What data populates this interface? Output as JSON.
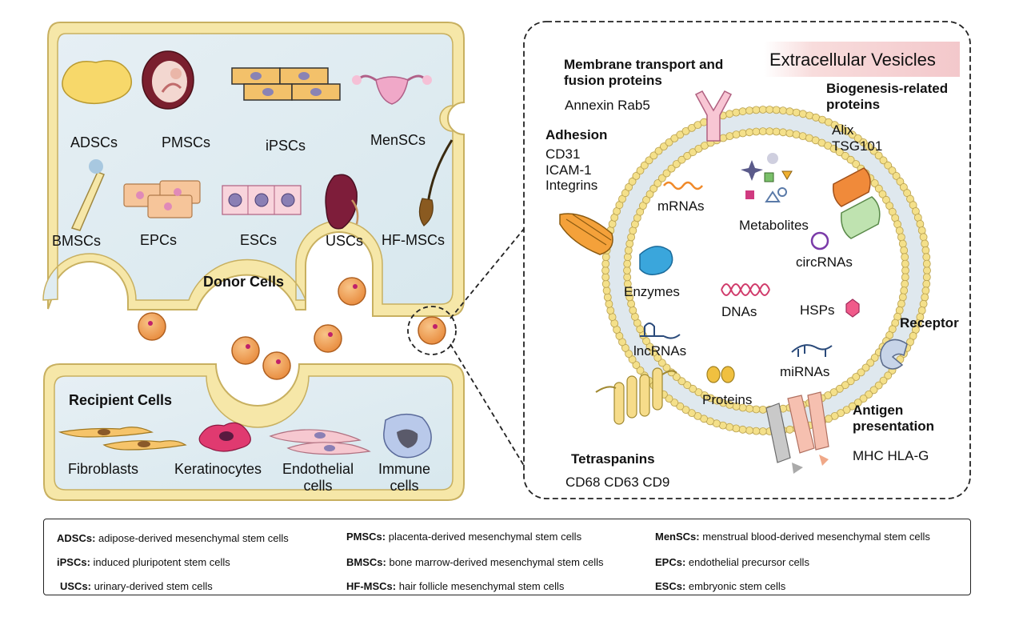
{
  "donor": {
    "title": "Donor Cells",
    "cells": [
      "ADSCs",
      "PMSCs",
      "iPSCs",
      "MenSCs",
      "BMSCs",
      "EPCs",
      "ESCs",
      "USCs",
      "HF-MSCs"
    ]
  },
  "recipient": {
    "title": "Recipient Cells",
    "cells": [
      "Fibroblasts",
      "Keratinocytes",
      "Endothelial\ncells",
      "Immune\ncells"
    ]
  },
  "ev": {
    "title": "Extracellular Vesicles",
    "membrane_title": "Membrane transport and\nfusion proteins",
    "membrane_items": "Annexin Rab5",
    "biogenesis_title": "Biogenesis-related\nproteins",
    "biogenesis_items": "Alix\nTSG101",
    "adhesion_title": "Adhesion",
    "adhesion_items": "CD31\nICAM-1\nIntegrins",
    "receptor": "Receptor",
    "antigen_title": "Antigen\npresentation",
    "antigen_items": "MHC  HLA-G",
    "tetraspanins_title": "Tetraspanins",
    "tetraspanins_items": "CD68 CD63 CD9",
    "cargo": [
      "mRNAs",
      "Metabolites",
      "circRNAs",
      "Enzymes",
      "DNAs",
      "HSPs",
      "lncRNAs",
      "miRNAs",
      "Proteins"
    ]
  },
  "legend": [
    {
      "abbr": "ADSCs:",
      "text": "adipose-derived mesenchymal stem cells"
    },
    {
      "abbr": "PMSCs:",
      "text": "placenta-derived mesenchymal stem cells"
    },
    {
      "abbr": "MenSCs:",
      "text": "menstrual blood-derived mesenchymal stem cells"
    },
    {
      "abbr": "iPSCs:",
      "text": "induced pluripotent stem cells"
    },
    {
      "abbr": "BMSCs:",
      "text": "bone marrow-derived mesenchymal stem cells"
    },
    {
      "abbr": "EPCs:",
      "text": "endothelial precursor cells"
    },
    {
      "abbr": "USCs:",
      "text": "urinary-derived stem cells"
    },
    {
      "abbr": "HF-MSCs:",
      "text": "hair follicle mesenchymal stem cells"
    },
    {
      "abbr": "ESCs:",
      "text": "embryonic stem cells"
    }
  ],
  "colors": {
    "cell_border": "#f4e3a0",
    "cell_fill": "#dde9f1",
    "membrane_bead": "#f2e08a",
    "vesicle": "#f0a050",
    "title_bg": "#f6d2d4"
  }
}
